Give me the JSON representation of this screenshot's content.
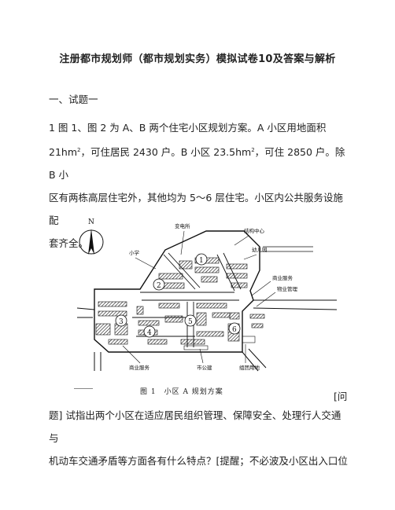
{
  "doc": {
    "title": "注册都市规划师（都市规划实务）模拟试卷10及答案与解析",
    "section": "一、试题一",
    "para1_a": "1 图 1、图 2 为 A、B 两个住宅小区规划方案。A 小区用地面积",
    "para1_b_pre": "21hm",
    "para1_b_mid": "，可住居民 2430 户。B 小区 23.5hm",
    "para1_b_post": "，可住 2850 户。除 B 小",
    "para1_c": "区有两栋高层住宅外，其他均为 5～6 层住宅。小区内公共服务设施配",
    "para1_d": "套齐全。",
    "sup": "2",
    "question_tag": "[问",
    "para2_a": "题] 试指出两个小区在适应居民组织管理、保障安全、处理行人交通与",
    "para2_b": "机动车交通矛盾等方面各有什么特点？[提醒；不必波及小区出入口位"
  },
  "figure": {
    "caption": "图 1　小区 A 规划方案",
    "north": "N",
    "labels": {
      "substation": "变电所",
      "school": "小学",
      "club": "结构中心",
      "kindergarten": "幼儿园",
      "commerce_right": "商业服务",
      "property": "物业管理",
      "commerce_bottom": "商业服务",
      "market": "市公建",
      "parking": "组团用地"
    },
    "numbers": [
      "1",
      "2",
      "3",
      "4",
      "5",
      "6"
    ]
  }
}
